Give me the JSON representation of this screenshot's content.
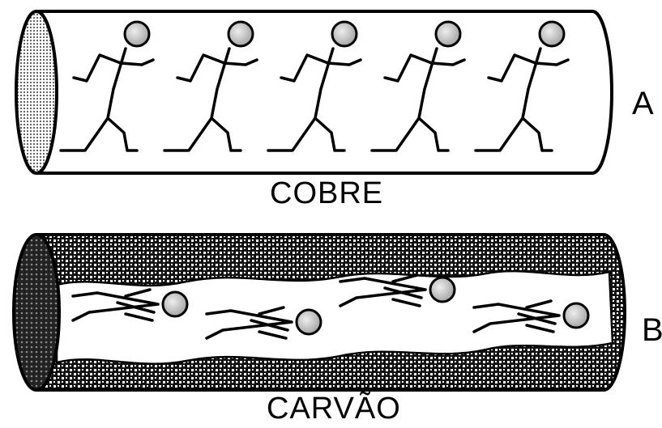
{
  "diagram": {
    "tube_a": {
      "side_label": "A",
      "caption": "COBRE",
      "walking_figures": 5,
      "figure_pose": "upright"
    },
    "tube_b": {
      "side_label": "B",
      "caption": "CARVÃO",
      "walking_figures": 4,
      "figure_pose": "crawling"
    },
    "colors": {
      "ink": "#000000",
      "background": "#ffffff",
      "head_fill": "#cfcfcf",
      "end_cap_fill": "#8a8a8a",
      "coal_fill": "#111111"
    }
  }
}
